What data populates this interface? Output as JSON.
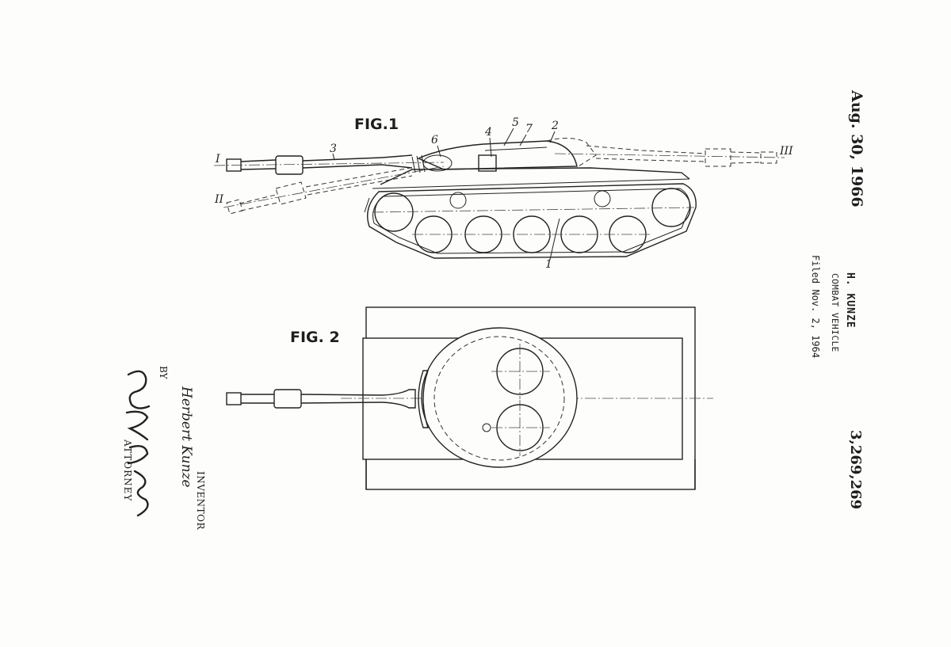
{
  "header": {
    "patent_date": "Aug. 30, 1966",
    "inventor_name": "H. KUNZE",
    "invention_title": "COMBAT VEHICLE",
    "filed_date": "Filed Nov. 2, 1964",
    "patent_number": "3,269,269"
  },
  "figures": {
    "fig1": {
      "title": "FIG.1",
      "gun_positions": [
        "I",
        "II",
        "III"
      ],
      "reference_numerals": [
        "1",
        "2",
        "3",
        "4",
        "5",
        "6",
        "7"
      ]
    },
    "fig2": {
      "title": "FIG. 2"
    }
  },
  "signature_block": {
    "inventor_label": "INVENTOR",
    "inventor_signature": "Herbert Kunze",
    "by_label": "BY",
    "attorney_label": "ATTORNEY"
  },
  "colors": {
    "ink": "#1e1e1e",
    "paper": "#fdfdfb"
  }
}
